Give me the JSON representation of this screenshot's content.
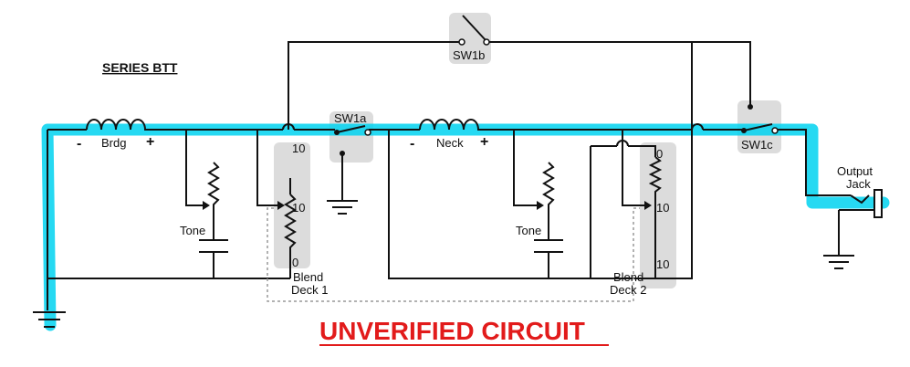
{
  "diagram": {
    "title": "SERIES BTT",
    "warning": "UNVERIFIED CIRCUIT",
    "pickups": {
      "bridge": {
        "label": "Brdg",
        "minus": "-",
        "plus": "+"
      },
      "neck": {
        "label": "Neck",
        "minus": "-",
        "plus": "+"
      }
    },
    "switches": {
      "sw1a": "SW1a",
      "sw1b": "SW1b",
      "sw1c": "SW1c"
    },
    "tone_labels": [
      "Tone",
      "Tone"
    ],
    "blend1": {
      "label_line1": "Blend",
      "label_line2": "Deck 1",
      "top": "10",
      "mid": "10",
      "bottom": "0"
    },
    "blend2": {
      "label_line1": "Blend",
      "label_line2": "Deck 2",
      "top": "0",
      "mid": "10",
      "bottom": "10"
    },
    "output": {
      "line1": "Output",
      "line2": "Jack"
    },
    "colors": {
      "highlight": "#00d2f0",
      "wire": "#111111",
      "switch_box": "#dcdcdc",
      "warning": "#e21b1b"
    }
  }
}
